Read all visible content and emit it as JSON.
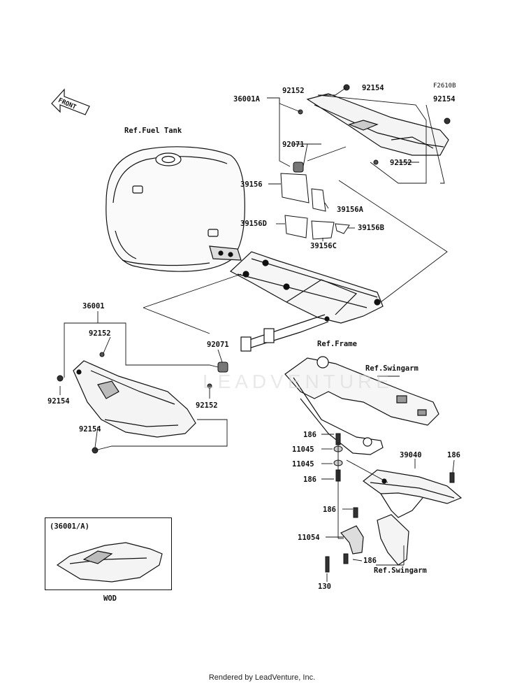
{
  "figure_code": "F2610B",
  "front_arrow_label": "FRONT",
  "labels": {
    "fuel_tank": "Ref.Fuel Tank",
    "frame": "Ref.Frame",
    "swingarm_top": "Ref.Swingarm",
    "swingarm_bottom": "Ref.Swingarm",
    "p36001A": "36001A",
    "p92152_top": "92152",
    "p92154_top": "92154",
    "p92154_right": "92154",
    "p92071_top": "92071",
    "p92152_right": "92152",
    "p39156": "39156",
    "p39156A": "39156A",
    "p39156D": "39156D",
    "p39156B": "39156B",
    "p39156C": "39156C",
    "p36001": "36001",
    "p92152_left": "92152",
    "p92071_mid": "92071",
    "p92154_left": "92154",
    "p92152_mid": "92152",
    "p92154_bottom": "92154",
    "p186_a": "186",
    "p11045_a": "11045",
    "p11045_b": "11045",
    "p186_b": "186",
    "p39040": "39040",
    "p186_c": "186",
    "p186_d": "186",
    "p11054": "11054",
    "p186_e": "186",
    "p130": "130"
  },
  "inset": {
    "title": "(36001/A)",
    "caption": "WOD"
  },
  "watermark": "LEADVENTURE",
  "footer": "Rendered by LeadVenture, Inc."
}
